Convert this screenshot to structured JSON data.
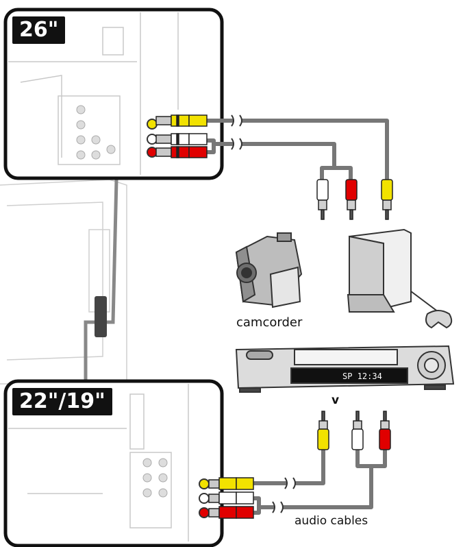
{
  "panels": {
    "top_size": "26\"",
    "bottom_size": "22\"/19\""
  },
  "labels": {
    "camcorder": "camcorder",
    "audio_cables": "audio cables",
    "v": "v"
  },
  "vcr_display": "SP 12:34",
  "colors": {
    "video": "#f2e200",
    "audio_left": "#ffffff",
    "audio_right": "#e00000",
    "cable": "#777777",
    "frame": "#111111"
  }
}
